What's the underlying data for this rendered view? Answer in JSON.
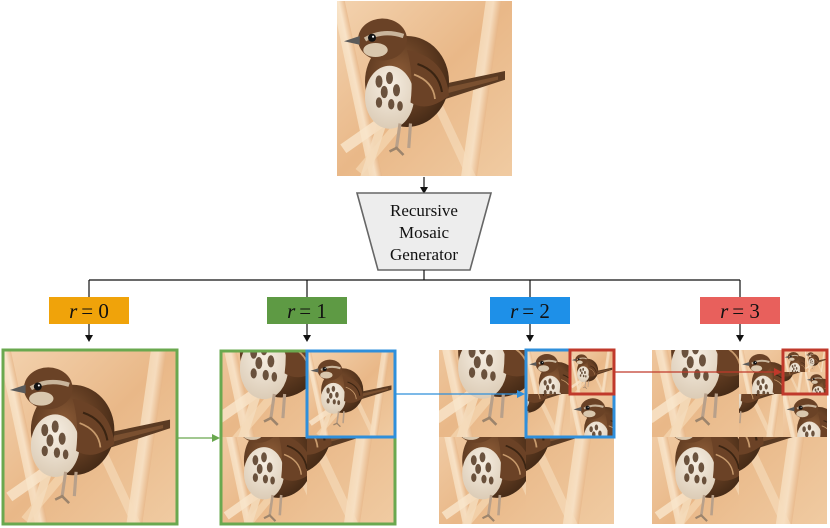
{
  "generator": {
    "label_lines": [
      "Recursive",
      "Mosaic",
      "Generator"
    ]
  },
  "levels": [
    {
      "var": "r",
      "eq": "= 0",
      "color": "#F0A30A"
    },
    {
      "var": "r",
      "eq": "= 1",
      "color": "#5E9A44"
    },
    {
      "var": "r",
      "eq": "= 2",
      "color": "#1E90E8"
    },
    {
      "var": "r",
      "eq": "= 3",
      "color": "#E8605C"
    }
  ],
  "colors": {
    "green": "#6AA84F",
    "blue": "#2F8FDB",
    "red": "#C0392B",
    "arrow": "#111111",
    "trapezoid_fill": "#EDEDED",
    "trapezoid_stroke": "#666666"
  },
  "images": {
    "input": "bird-photo",
    "mosaics": [
      "mosaic-r0",
      "mosaic-r1",
      "mosaic-r2",
      "mosaic-r3"
    ]
  }
}
